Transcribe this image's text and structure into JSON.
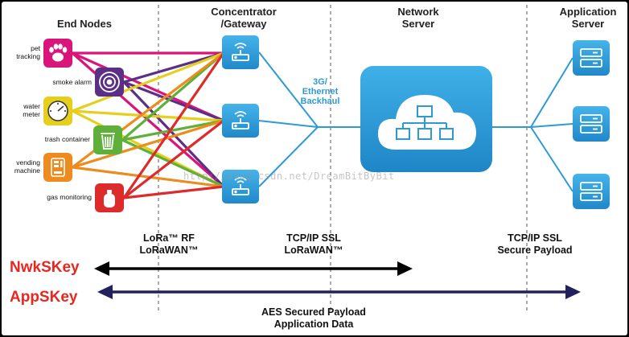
{
  "headers": {
    "end_nodes": "End Nodes",
    "gateway": "Concentrator\n/Gateway",
    "network_server": "Network\nServer",
    "application_server": "Application\nServer"
  },
  "devices": [
    {
      "label": "pet\ntracking",
      "color": "#d9147a",
      "icon": "paw-icon"
    },
    {
      "label": "smoke alarm",
      "color": "#5b2f86",
      "icon": "smoke-alarm-icon"
    },
    {
      "label": "water\nmeter",
      "color": "#e5cf1c",
      "icon": "water-meter-icon"
    },
    {
      "label": "trash container",
      "color": "#5fb03a",
      "icon": "trash-can-icon"
    },
    {
      "label": "vending\nmachine",
      "color": "#ec8c1e",
      "icon": "vending-machine-icon"
    },
    {
      "label": "gas monitoring",
      "color": "#dd2b2b",
      "icon": "gas-tank-icon"
    }
  ],
  "backhaul_label": "3G/\nEthernet\nBackhaul",
  "protocols": {
    "lora": "LoRa™ RF\nLoRaWAN™",
    "tcp_lorawan": "TCP/IP SSL\nLoRaWAN™",
    "tcp_secure": "TCP/IP SSL\nSecure Payload"
  },
  "keys": {
    "nwk": "NwkSKey",
    "app": "AppSKey"
  },
  "bottom_caption": "AES Secured Payload\nApplication Data",
  "watermark": "http://blog.csdn.net/DreamBitByBit",
  "colors": {
    "accent_blue": "#2d9ad6",
    "panel_bg": "#ffffff",
    "key_red": "#e8271f",
    "arrow_black": "#000000",
    "arrow_navy": "#23205e"
  }
}
